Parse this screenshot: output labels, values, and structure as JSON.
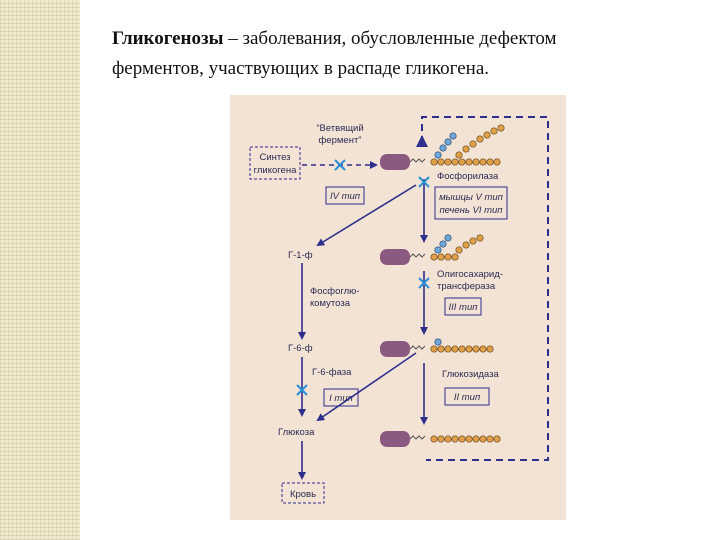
{
  "heading": {
    "bold": "Гликогенозы",
    "rest": " – заболевания, обусловленные дефектом ферментов, участвующих в распаде гликогена."
  },
  "diagram": {
    "synthesis": [
      "Синтез",
      "гликогена"
    ],
    "branching_enzyme": [
      "“Ветвящий",
      "фермент”"
    ],
    "type_iv": "IV тип",
    "phosphorylase": "Фосфорилаза",
    "muscle_v": "мышцы V тип",
    "liver_vi": "печень VI тип",
    "g1p": "Г-1-ф",
    "phosphoglucomutase": [
      "Фосфоглю-",
      "комутоза"
    ],
    "oligosaccharide": [
      "Олигосахарид-",
      "трансфераза"
    ],
    "type_iii": "III тип",
    "g6p": "Г-6-ф",
    "g6phosphatase": "Г-6-фаза",
    "glucosidase": "Глюкозидаза",
    "type_i": "I тип",
    "type_ii": "II тип",
    "glucose": "Глюкоза",
    "blood": "Кровь",
    "colors": {
      "navy": "#2e2e8c",
      "cross": "#2b8fd6",
      "primer": "#8a5a80",
      "bead": "#e0a04a",
      "bead_blue": "#6fa7d8"
    }
  }
}
